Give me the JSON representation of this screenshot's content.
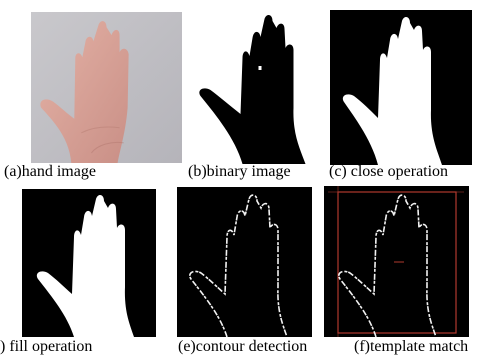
{
  "figure": {
    "captions": {
      "a": "(a)hand image",
      "b": "(b)binary image",
      "c": "(c) close operation",
      "d": ") fill operation",
      "e": "(e)contour detection",
      "f": "(f)template match"
    }
  }
}
